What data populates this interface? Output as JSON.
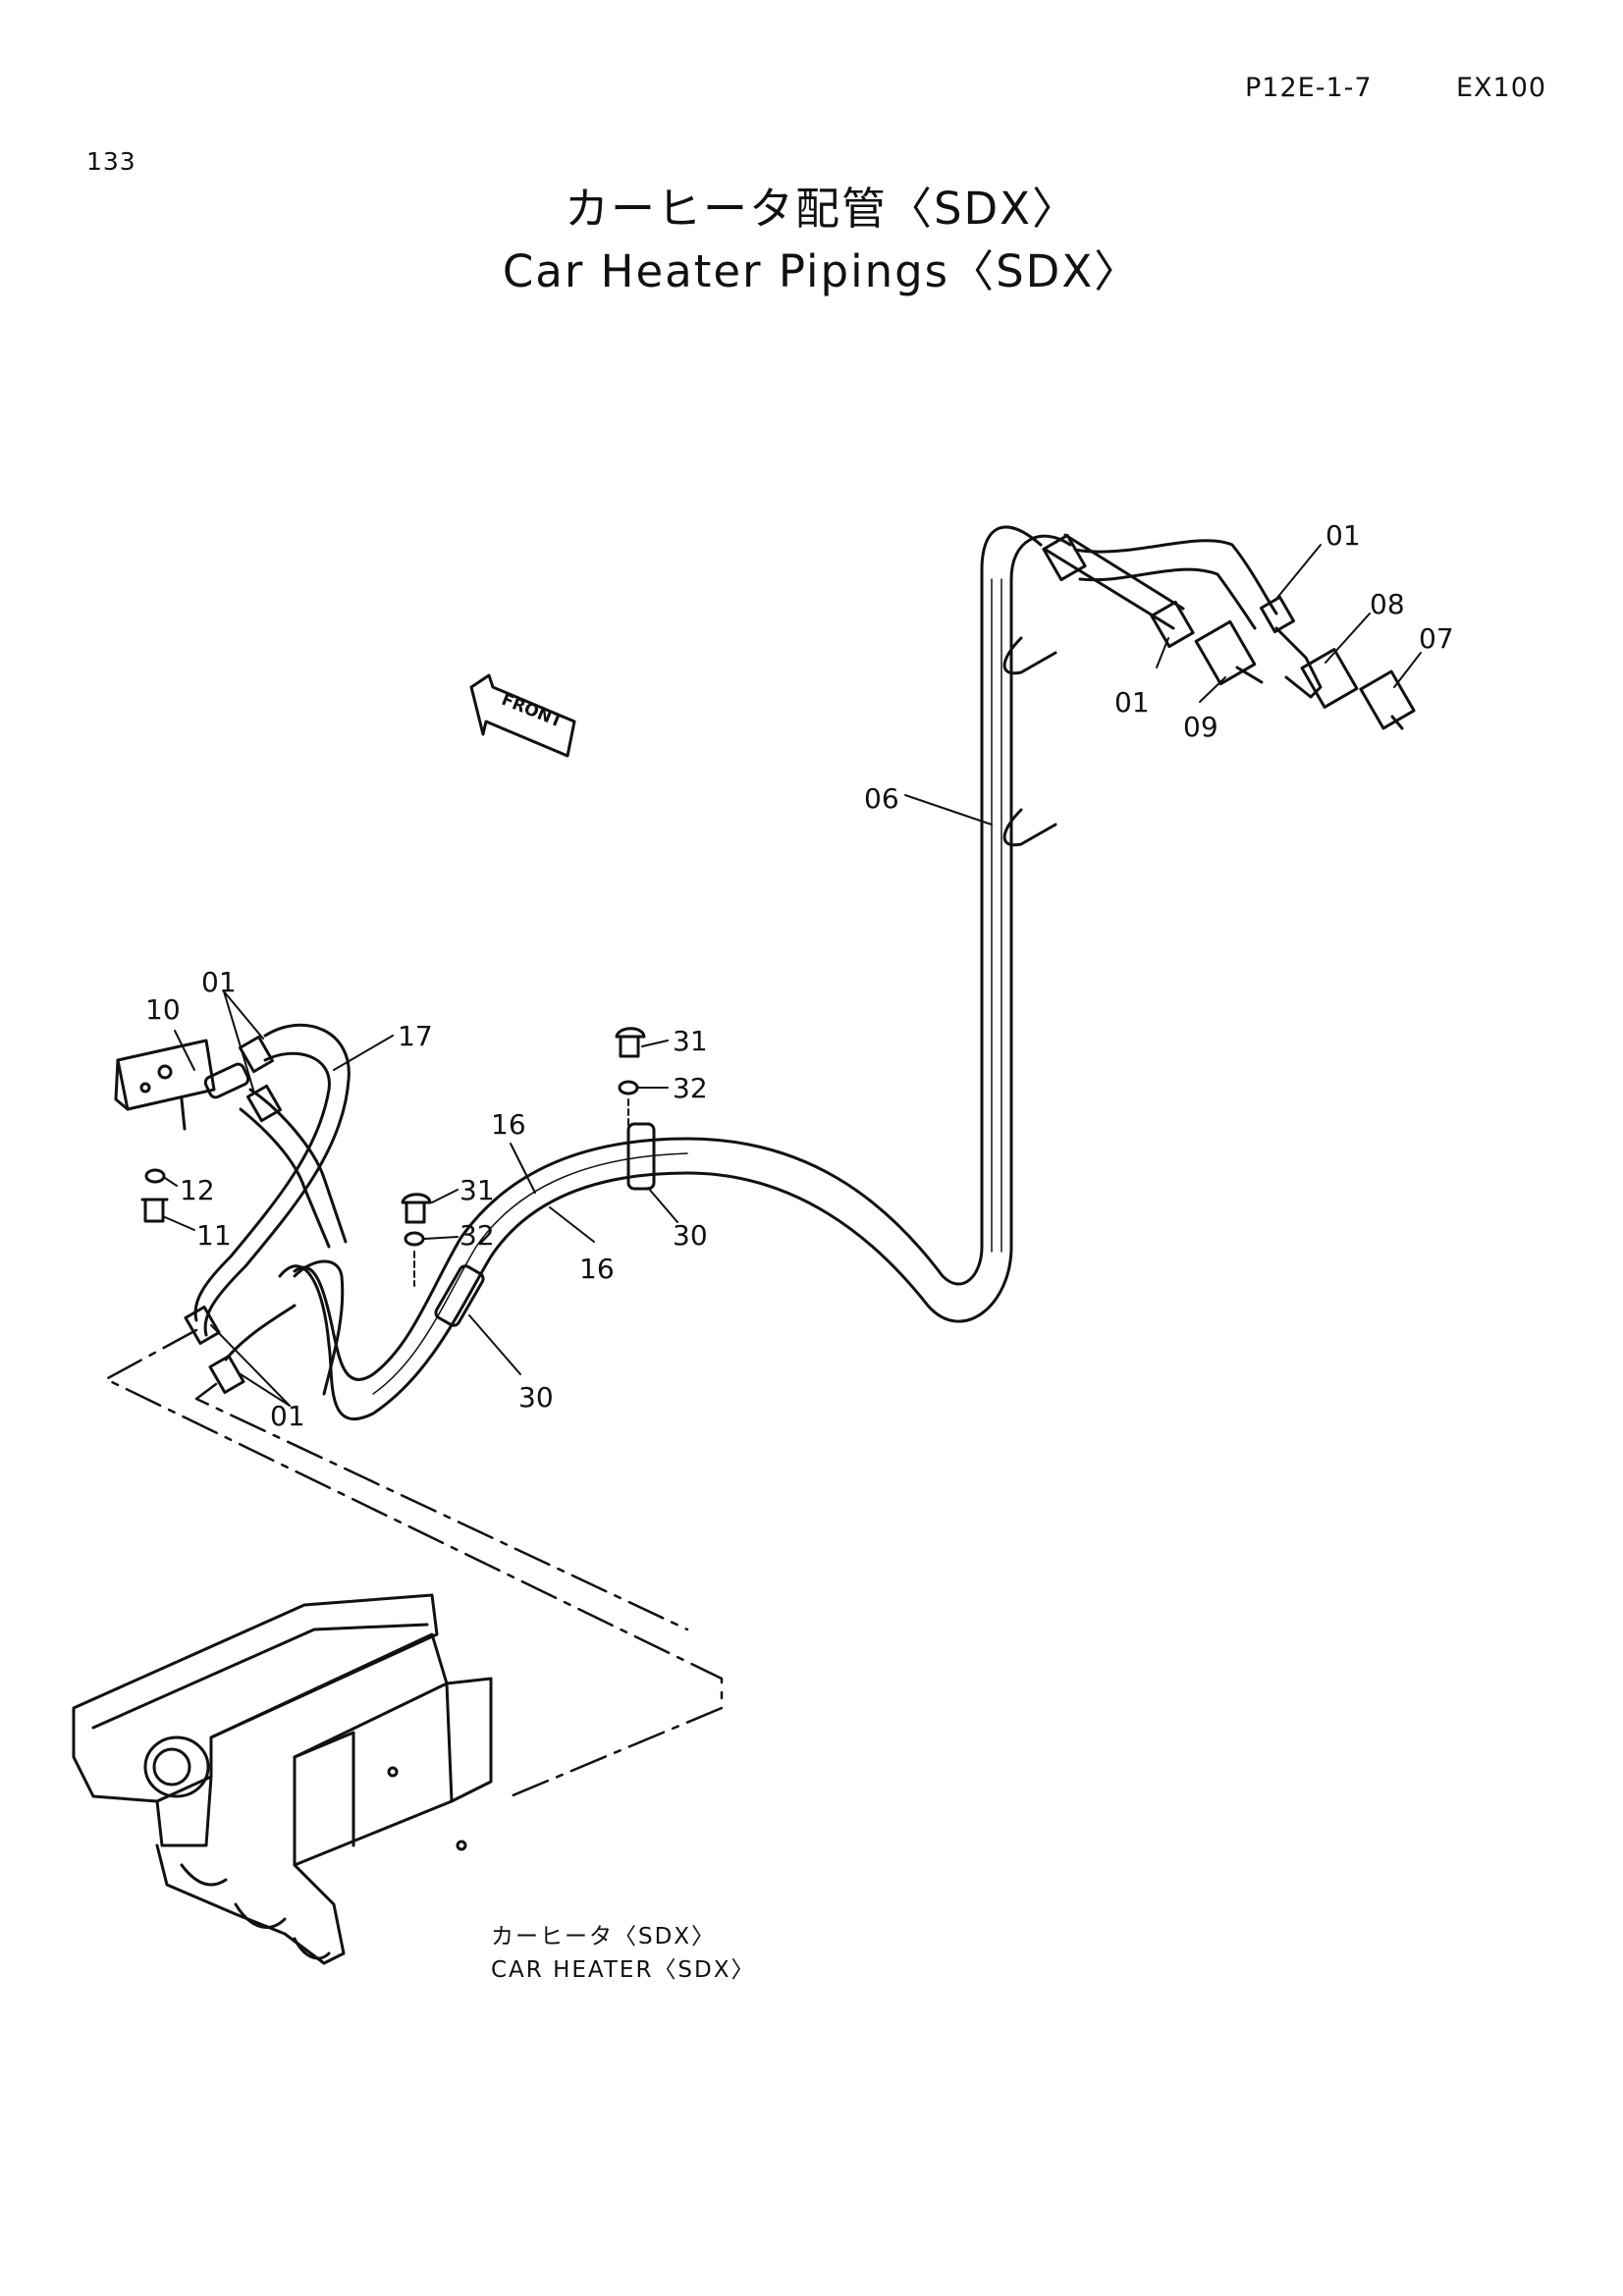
{
  "header": {
    "page_number": "133",
    "page_code": "P12E-1-7",
    "model": "EX100"
  },
  "title": {
    "jp": "カーヒータ配管〈SDX〉",
    "en": "Car Heater Pipings〈SDX〉"
  },
  "front_marker": "FRONT",
  "callouts": {
    "c01_top_right": "01",
    "c01_mid": "01",
    "c01_left_top": "01",
    "c01_bottom": "01",
    "c06": "06",
    "c07": "07",
    "c08": "08",
    "c09": "09",
    "c10": "10",
    "c11": "11",
    "c12": "12",
    "c16_upper": "16",
    "c16_lower": "16",
    "c17": "17",
    "c30_upper": "30",
    "c30_lower": "30",
    "c31_upper": "31",
    "c31_lower": "31",
    "c32_upper": "32",
    "c32_lower": "32"
  },
  "heater_label": {
    "jp": "カーヒータ〈SDX〉",
    "en": "CAR HEATER〈SDX〉"
  }
}
